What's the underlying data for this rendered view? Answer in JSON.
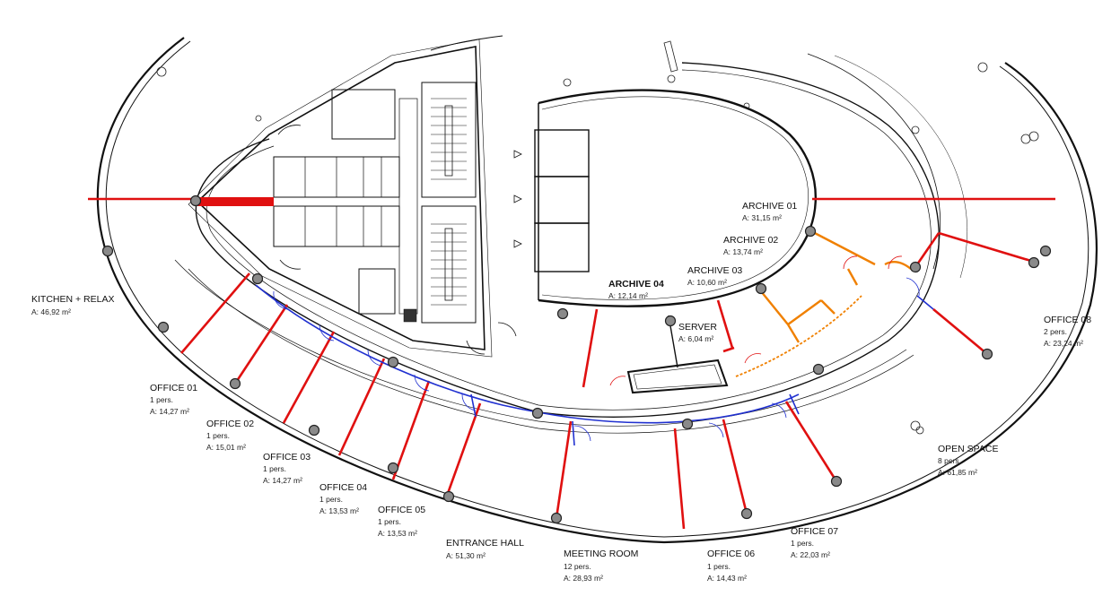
{
  "rooms": [
    {
      "id": "kitchen",
      "name": "KITCHEN + RELAX",
      "area": "A: 46,92 m²"
    },
    {
      "id": "office-01",
      "name": "OFFICE 01",
      "persons": "1 pers.",
      "area": "A: 14,27 m²"
    },
    {
      "id": "office-02",
      "name": "OFFICE 02",
      "persons": "1 pers.",
      "area": "A: 15,01 m²"
    },
    {
      "id": "office-03",
      "name": "OFFICE 03",
      "persons": "1 pers.",
      "area": "A: 14,27 m²"
    },
    {
      "id": "office-04",
      "name": "OFFICE 04",
      "persons": "1 pers.",
      "area": "A: 13,53 m²"
    },
    {
      "id": "office-05",
      "name": "OFFICE 05",
      "persons": "1 pers.",
      "area": "A: 13,53 m²"
    },
    {
      "id": "entrance-hall",
      "name": "ENTRANCE HALL",
      "area": "A: 51,30 m²"
    },
    {
      "id": "meeting-room",
      "name": "MEETING ROOM",
      "persons": "12 pers.",
      "area": "A: 28,93 m²"
    },
    {
      "id": "office-06",
      "name": "OFFICE 06",
      "persons": "1 pers.",
      "area": "A: 14,43 m²"
    },
    {
      "id": "office-07",
      "name": "OFFICE 07",
      "persons": "1 pers.",
      "area": "A: 22,03 m²"
    },
    {
      "id": "open-space",
      "name": "OPEN SPACE",
      "persons": "8 pers.",
      "area": "A: 61,85 m²"
    },
    {
      "id": "office-08",
      "name": "OFFICE 08",
      "persons": "2 pers.",
      "area": "A: 23,24 m²"
    },
    {
      "id": "archive-01",
      "name": "ARCHIVE 01",
      "area": "A: 31,15 m²"
    },
    {
      "id": "archive-02",
      "name": "ARCHIVE 02",
      "area": "A: 13,74 m²"
    },
    {
      "id": "archive-03",
      "name": "ARCHIVE 03",
      "area": "A: 10,60 m²"
    },
    {
      "id": "archive-04",
      "name": "ARCHIVE 04",
      "area": "A: 12,14 m²"
    },
    {
      "id": "server",
      "name": "SERVER",
      "area": "A: 6,04 m²"
    }
  ],
  "colors": {
    "wall": "#111111",
    "partition": "#e01010",
    "archive_partition": "#f08000",
    "glazing": "#2030d0",
    "door": "#e01010",
    "column": "#555555"
  }
}
